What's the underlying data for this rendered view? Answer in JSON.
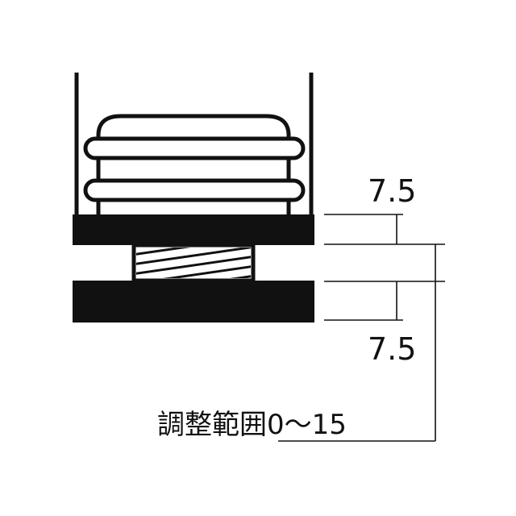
{
  "diagram": {
    "dimension_top": "7.5",
    "dimension_bottom": "7.5",
    "range_label": "調整範囲0〜15",
    "line_color": "#111111"
  }
}
